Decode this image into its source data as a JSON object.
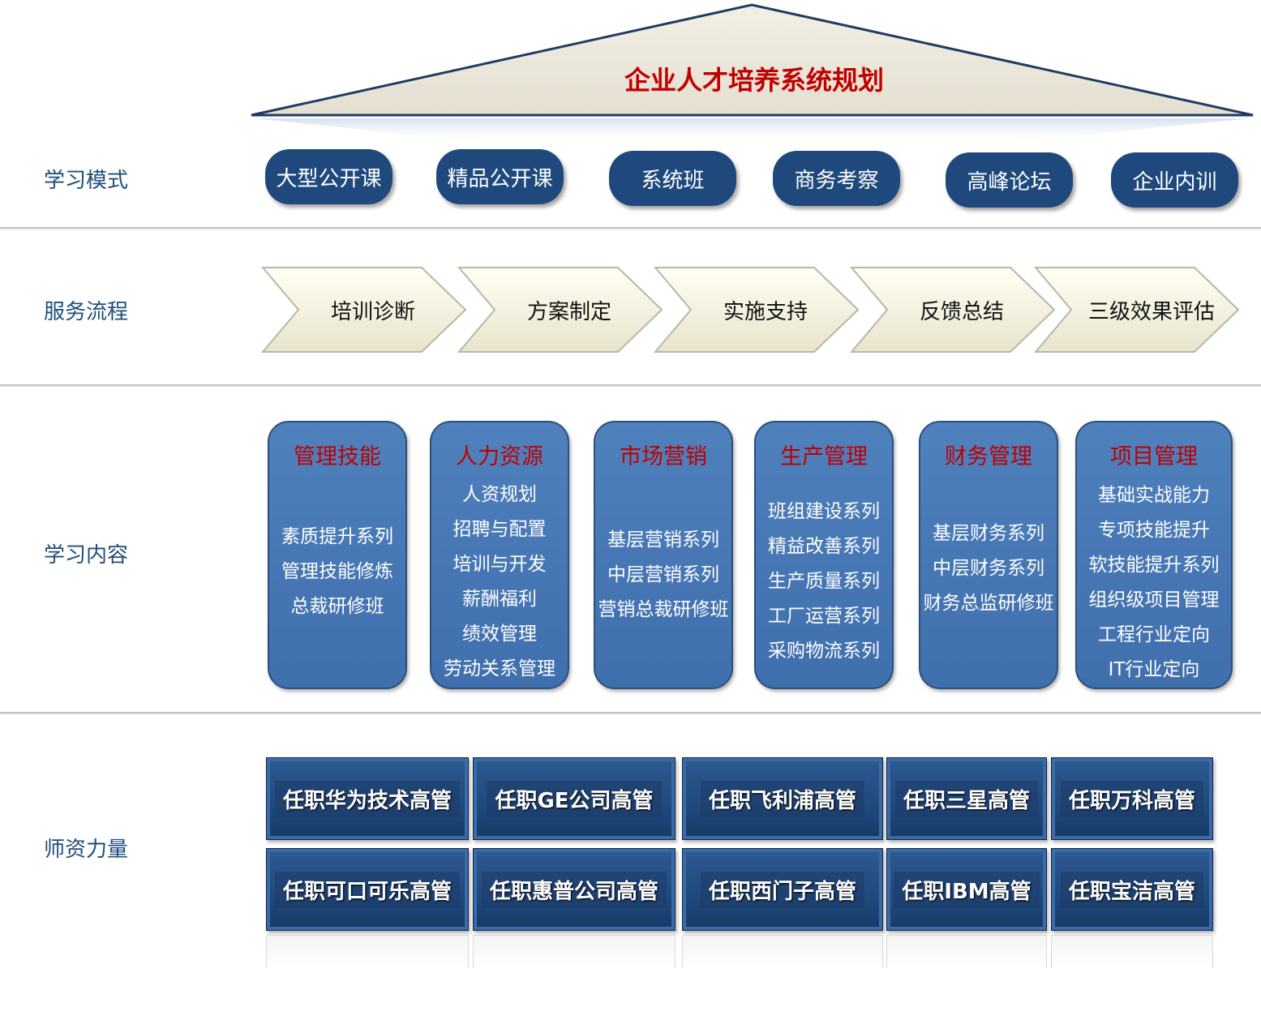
{
  "title": "企业人才培养系统规划",
  "rows": {
    "learning_mode": "学习模式",
    "service_process": "服务流程",
    "learning_content": "学习内容",
    "faculty": "师资力量"
  },
  "learning_modes": [
    "大型公开课",
    "精品公开课",
    "系统班",
    "商务考察",
    "高峰论坛",
    "企业内训"
  ],
  "process_steps": [
    "培训诊断",
    "方案制定",
    "实施支持",
    "反馈总结",
    "三级效果评估"
  ],
  "content_boxes": [
    {
      "title": "管理技能",
      "items": [
        "素质提升系列",
        "管理技能修炼",
        "总裁研修班"
      ]
    },
    {
      "title": "人力资源",
      "items": [
        "人资规划",
        "招聘与配置",
        "培训与开发",
        "薪酬福利",
        "绩效管理",
        "劳动关系管理"
      ]
    },
    {
      "title": "市场营销",
      "items": [
        "基层营销系列",
        "中层营销系列",
        "营销总裁研修班"
      ]
    },
    {
      "title": "生产管理",
      "items": [
        "班组建设系列",
        "精益改善系列",
        "生产质量系列",
        "工厂运营系列",
        "采购物流系列"
      ]
    },
    {
      "title": "财务管理",
      "items": [
        "基层财务系列",
        "中层财务系列",
        "财务总监研修班"
      ]
    },
    {
      "title": "项目管理",
      "items": [
        "基础实战能力",
        "专项技能提升",
        "软技能提升系列",
        "组织级项目管理",
        "工程行业定向",
        "IT行业定向"
      ]
    }
  ],
  "faculty_row1": [
    "任职华为技术高管",
    "任职GE公司高管",
    "任职飞利浦高管",
    "任职三星高管",
    "任职万科高管"
  ],
  "faculty_row2": [
    "任职可口可乐高管",
    "任职惠普公司高管",
    "任职西门子高管",
    "任职IBM高管",
    "任职宝洁高管"
  ],
  "colors": {
    "accent_red": "#c00000",
    "navy": "#1f497d",
    "box_blue": "#4f81bd",
    "label_blue": "#1f4e79"
  }
}
